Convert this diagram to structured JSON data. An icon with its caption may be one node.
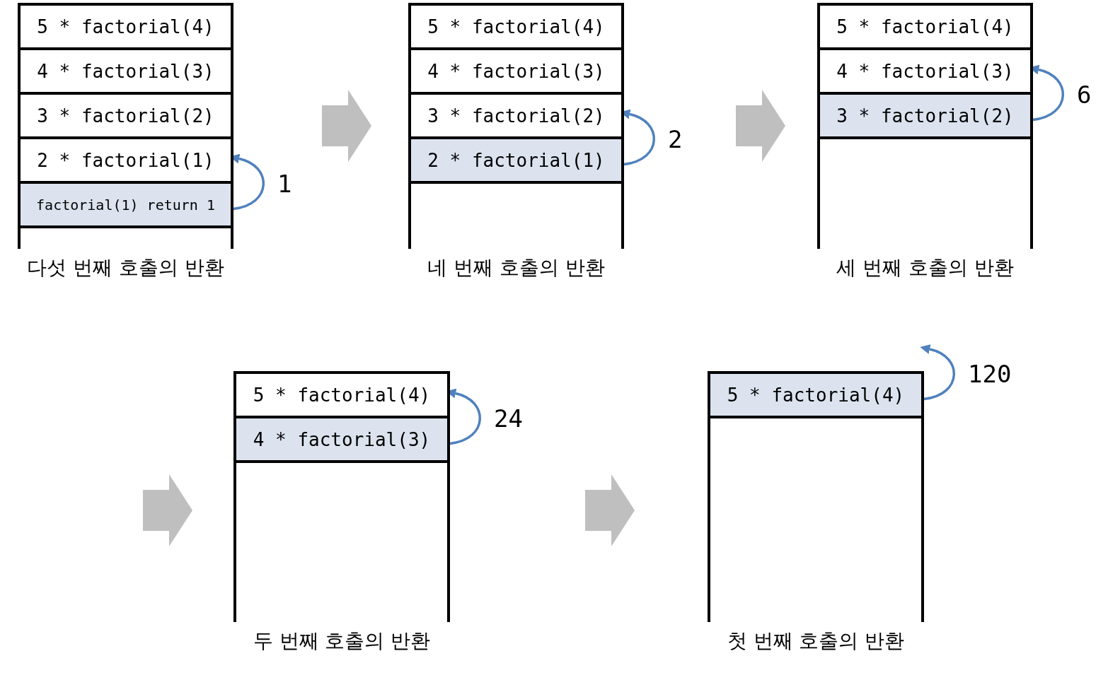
{
  "diagram": {
    "nodes": [
      {
        "text": [
          "다섯 번째 호출의 반환"
        ]
      },
      {
        "text": [
          "5 * factorial(4)"
        ],
        "in": 0
      },
      {
        "text": [
          "4 * factorial(3)"
        ],
        "in": 0
      },
      {
        "text": [
          "3 * factorial(2)"
        ],
        "in": 0
      },
      {
        "text": [
          "2 * factorial(1)"
        ],
        "in": 0
      },
      {
        "text": [
          "factorial(1) return 1"
        ],
        "in": 0
      },
      {
        "text": [
          "네 번째 호출의 반환"
        ]
      },
      {
        "text": [
          "5 * factorial(4)"
        ],
        "in": 6
      },
      {
        "text": [
          "4 * factorial(3)"
        ],
        "in": 6
      },
      {
        "text": [
          "3 * factorial(2)"
        ],
        "in": 6
      },
      {
        "text": [
          "2 * factorial(1)"
        ],
        "in": 6
      },
      {
        "text": [
          "세 번째 호출의 반환"
        ]
      },
      {
        "text": [
          "5 * factorial(4)"
        ],
        "in": 11
      },
      {
        "text": [
          "4 * factorial(3)"
        ],
        "in": 11
      },
      {
        "text": [
          "3 * factorial(2)"
        ],
        "in": 11
      },
      {
        "text": [
          "두 번째 호출의 반환"
        ]
      },
      {
        "text": [
          "5 * factorial(4)"
        ],
        "in": 15
      },
      {
        "text": [
          "4 * factorial(3)"
        ],
        "in": 15
      },
      {
        "text": [
          "첫 번째 호출의 반환"
        ]
      },
      {
        "text": [
          "5 * factorial(4)"
        ],
        "in": 18
      }
    ],
    "edges": [
      {
        "from": 5,
        "to": 4,
        "arrow": "to",
        "label": "1"
      },
      {
        "from": 10,
        "to": 9,
        "arrow": "to",
        "label": "2"
      },
      {
        "from": 14,
        "to": 13,
        "arrow": "to",
        "label": "6"
      },
      {
        "from": 17,
        "to": 16,
        "arrow": "to",
        "label": "24"
      },
      {
        "from": 19,
        "to": null,
        "arrow": "to",
        "label": "120"
      }
    ]
  }
}
